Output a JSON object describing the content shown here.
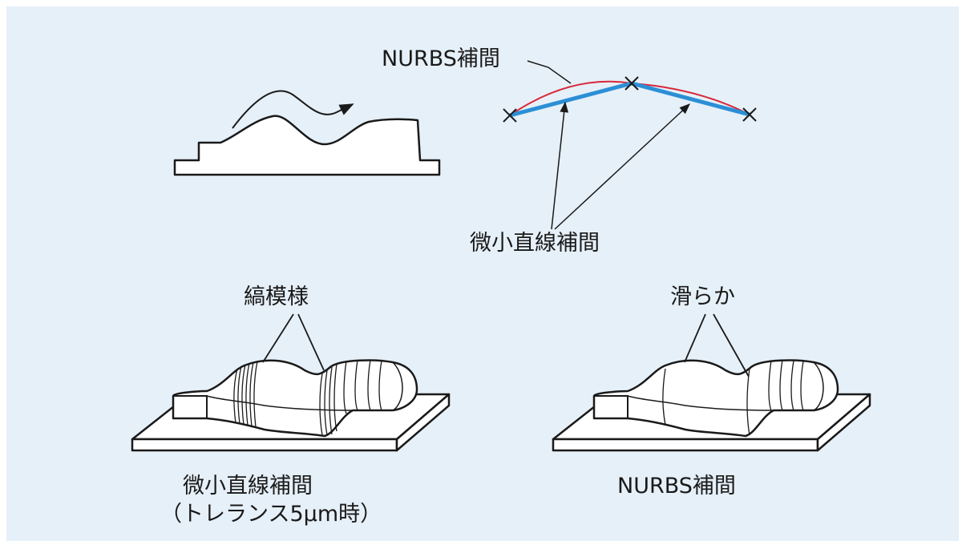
{
  "labels": {
    "nurbs_top": "NURBS補間",
    "micro_top": "微小直線補間",
    "stripes": "縞模様",
    "smooth": "滑らか",
    "left_caption_line1": "微小直線補間",
    "left_caption_line2": "（トレランス5μm時）",
    "right_caption": "NURBS補間"
  },
  "colors": {
    "background": "#e6f0f8",
    "nurbs_curve": "#d8283a",
    "linear_segments": "#2b8fd6",
    "stroke": "#1a1a1a",
    "part_fill": "#ffffff"
  },
  "icons": {
    "control_point": "x-marker-icon",
    "flow_arrow": "curved-arrow-icon"
  }
}
